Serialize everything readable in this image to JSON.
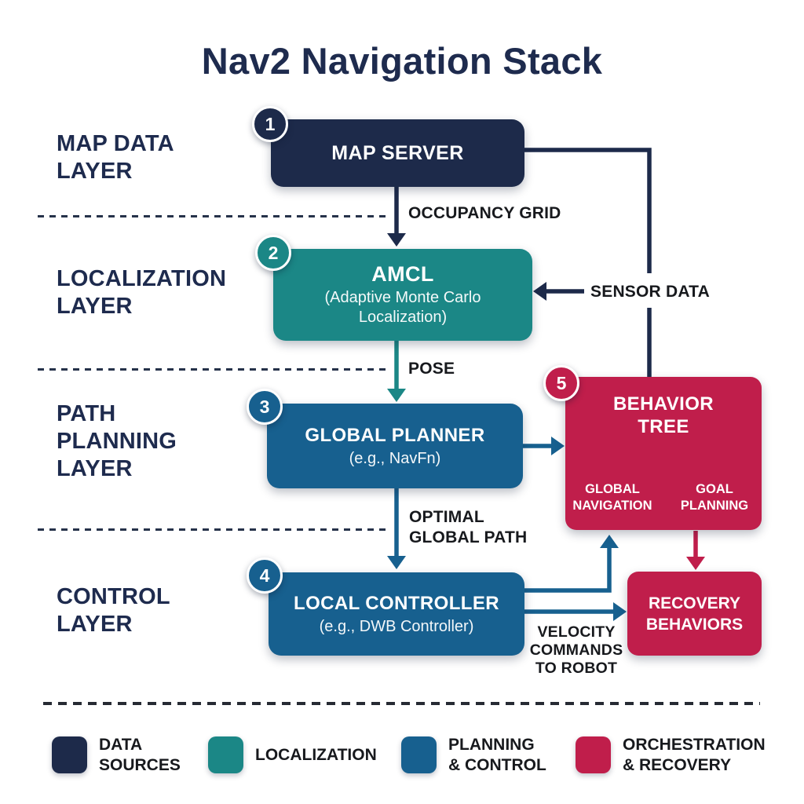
{
  "title": "Nav2 Navigation Stack",
  "colors": {
    "navy": "#1d2a4a",
    "teal": "#1b8786",
    "blue": "#17608f",
    "crimson": "#c01e4b",
    "heading": "#1e2b4e",
    "edge_label": "#17191d",
    "dash": "#26324a",
    "dash_dark": "#262a33"
  },
  "layers": [
    {
      "lines": [
        "MAP DATA",
        "LAYER"
      ]
    },
    {
      "lines": [
        "LOCALIZATION",
        "LAYER"
      ]
    },
    {
      "lines": [
        "PATH",
        "PLANNING",
        "LAYER"
      ]
    },
    {
      "lines": [
        "CONTROL",
        "LAYER"
      ]
    }
  ],
  "nodes": {
    "map_server": {
      "number": "1",
      "title": "MAP SERVER"
    },
    "amcl": {
      "number": "2",
      "title": "AMCL",
      "subtitle_lines": [
        "(Adaptive Monte Carlo",
        "Localization)"
      ]
    },
    "global_planner": {
      "number": "3",
      "title": "GLOBAL PLANNER",
      "subtitle": "(e.g., NavFn)"
    },
    "local_controller": {
      "number": "4",
      "title": "LOCAL CONTROLLER",
      "subtitle": "(e.g., DWB Controller)"
    },
    "behavior_tree": {
      "number": "5",
      "title_lines": [
        "BEHAVIOR",
        "TREE"
      ],
      "children": [
        "GLOBAL NAVIGATION",
        "GOAL PLANNING"
      ]
    },
    "recovery": {
      "title_lines": [
        "RECOVERY",
        "BEHAVIORS"
      ]
    }
  },
  "edges": {
    "occupancy_grid": "OCCUPANCY GRID",
    "sensor_data": "SENSOR DATA",
    "pose": "POSE",
    "optimal": [
      "OPTIMAL",
      "GLOBAL PATH"
    ],
    "velocity": [
      "VELOCITY",
      "COMMANDS",
      "TO ROBOT"
    ]
  },
  "legend": [
    {
      "swatch_color": "navy",
      "lines": [
        "DATA",
        "SOURCES"
      ]
    },
    {
      "swatch_color": "teal",
      "lines": [
        "LOCALIZATION"
      ]
    },
    {
      "swatch_color": "blue",
      "lines": [
        "PLANNING",
        "& CONTROL"
      ]
    },
    {
      "swatch_color": "crimson",
      "lines": [
        "ORCHESTRATION",
        "& RECOVERY"
      ]
    }
  ]
}
